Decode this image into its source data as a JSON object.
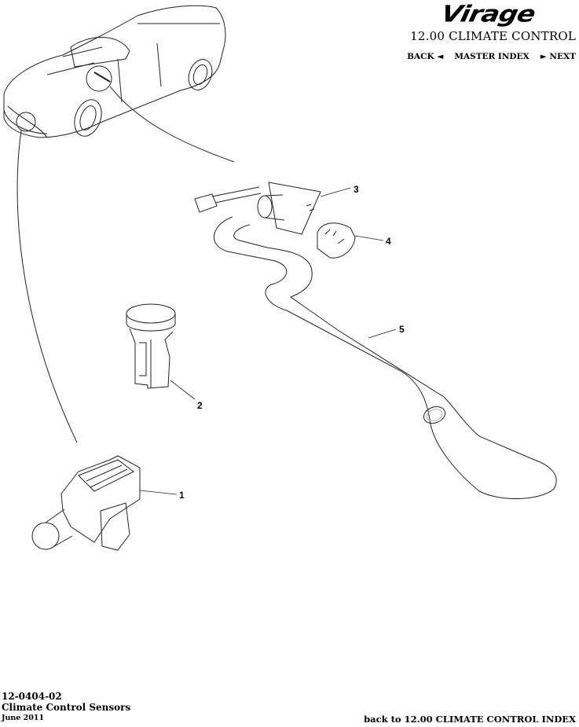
{
  "header": {
    "brand": "Virage",
    "section_title": "12.00 CLIMATE CONTROL",
    "nav": {
      "back_label": "BACK ◄",
      "master_index_label": "MASTER INDEX",
      "next_label": "► NEXT"
    }
  },
  "callouts": [
    {
      "number": "1",
      "part": "sensor-1"
    },
    {
      "number": "2",
      "part": "sensor-2"
    },
    {
      "number": "3",
      "part": "sensor-3"
    },
    {
      "number": "4",
      "part": "clip-4"
    },
    {
      "number": "5",
      "part": "hose-5"
    }
  ],
  "footer": {
    "code": "12-0404-02",
    "title": "Climate Control Sensors",
    "date": "June 2011",
    "back_link": "back to 12.00 CLIMATE CONTROL INDEX"
  }
}
